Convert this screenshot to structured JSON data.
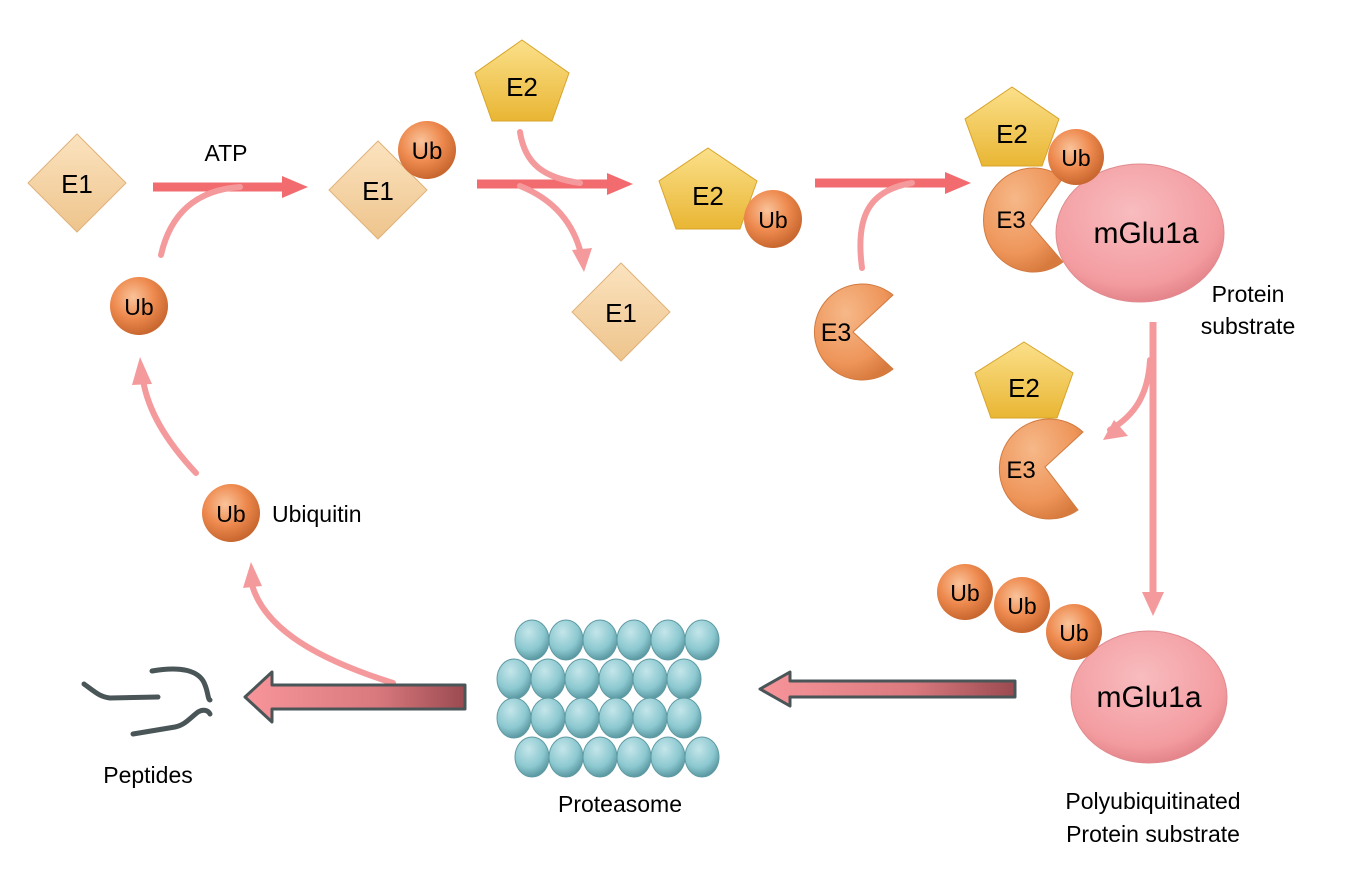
{
  "title": "Ubiquitin-proteasome pathway",
  "colors": {
    "main_arrow": "#f26b6f",
    "side_arrow": "#f59a9c",
    "e1": "#f6cf9a",
    "e2": "#f5c94a",
    "e3": "#ef9a5c",
    "ub": "#ee8a4f",
    "substrate": "#f4a0a4",
    "proteasome": "#8cc8d0",
    "peptide": "#4a5558",
    "block_arrow_light": "#f49095",
    "block_arrow_dark": "#a04a50"
  },
  "labels": {
    "atp": "ATP",
    "e1": "E1",
    "e2": "E2",
    "e3": "E3",
    "ub": "Ub",
    "substrate": "mGlu1a",
    "protein_substrate_line1": "Protein",
    "protein_substrate_line2": "substrate",
    "polyub_line1": "Polyubiquitinated",
    "polyub_line2": "Protein substrate",
    "proteasome": "Proteasome",
    "peptides": "Peptides",
    "ubiquitin": "Ubiquitin"
  },
  "nodes": [
    {
      "id": "e1-free",
      "kind": "e1",
      "label": "E1"
    },
    {
      "id": "e1-ub",
      "kind": "e1",
      "label": "E1",
      "attached": "Ub"
    },
    {
      "id": "e2-free",
      "kind": "e2",
      "label": "E2"
    },
    {
      "id": "e1-released",
      "kind": "e1",
      "label": "E1"
    },
    {
      "id": "e2-ub",
      "kind": "e2",
      "label": "E2",
      "attached": "Ub"
    },
    {
      "id": "e3-free",
      "kind": "e3",
      "label": "E3"
    },
    {
      "id": "complex",
      "kind": "complex",
      "members": [
        "E2",
        "Ub",
        "E3",
        "mGlu1a"
      ]
    },
    {
      "id": "e2e3-released",
      "kind": "complex",
      "members": [
        "E2",
        "E3"
      ]
    },
    {
      "id": "polyub-substrate",
      "kind": "complex",
      "members": [
        "Ub",
        "Ub",
        "Ub",
        "mGlu1a"
      ]
    },
    {
      "id": "proteasome",
      "kind": "proteasome",
      "rows": 4,
      "per_row": 6
    },
    {
      "id": "peptides",
      "kind": "peptides"
    },
    {
      "id": "ub-ubiquitin",
      "kind": "ub",
      "label": "Ub"
    },
    {
      "id": "ub-recycled",
      "kind": "ub",
      "label": "Ub"
    }
  ]
}
